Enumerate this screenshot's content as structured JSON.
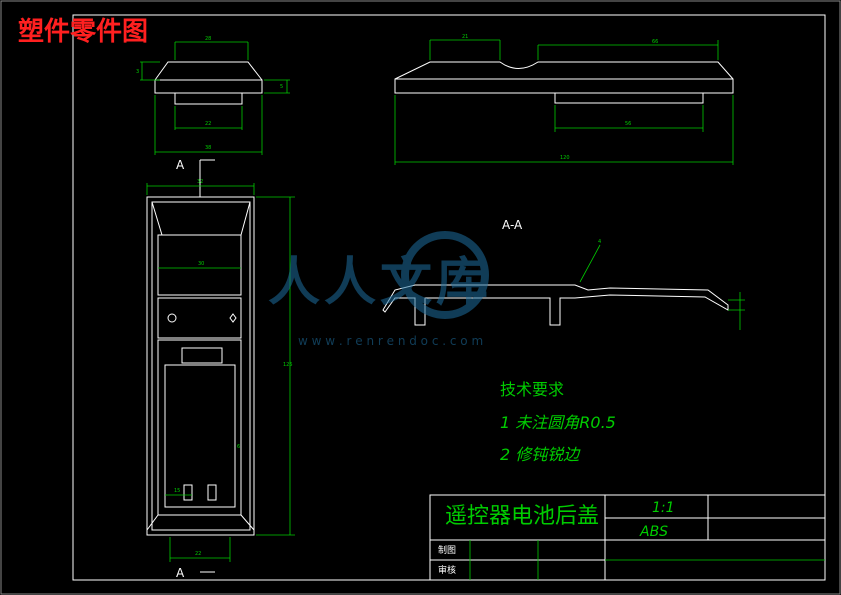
{
  "header": {
    "title": "塑件零件图"
  },
  "watermark": {
    "brand": "人人文库",
    "url": "w w w . r e n r e n d o c . c o m"
  },
  "views": {
    "section_a_top": "A",
    "section_a_bottom": "A",
    "section_title": "A-A"
  },
  "dimensions": {
    "top_width": "28",
    "top_side": "3",
    "top_right": "5",
    "top_inner": "22",
    "top_overall": "38",
    "side_left": "21",
    "side_right": "66",
    "side_inner": "56",
    "side_overall": "120",
    "plan_width": "32",
    "plan_mid": "30",
    "plan_height": "125",
    "plan_bottom": "22",
    "plan_small": "15",
    "plan_right": "6",
    "section_right": "4"
  },
  "notes": {
    "heading": "技术要求",
    "item1": "1 未注圆角R0.5",
    "item2": "2 修钝锐边"
  },
  "title_block": {
    "part_name": "遥控器电池后盖",
    "scale": "1:1",
    "material": "ABS",
    "drawn_label": "制图",
    "checked_label": "审核"
  },
  "colors": {
    "title_red": "#ff2020",
    "line_green": "#00cc00",
    "line_white": "#ffffff",
    "background": "#000000"
  }
}
